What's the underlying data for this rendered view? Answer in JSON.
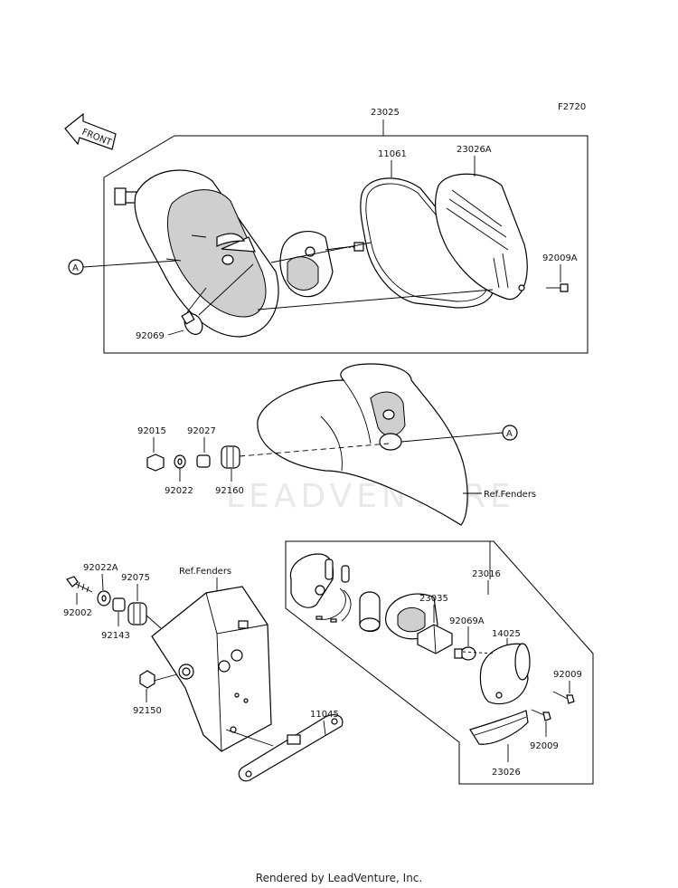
{
  "diagram_code": "F2720",
  "front_label": "FRONT",
  "watermark": "LEADVENTURE",
  "footer": "Rendered by LeadVenture, Inc.",
  "callouts": {
    "a_upper": "A",
    "a_lower": "A"
  },
  "parts": {
    "p23025": "23025",
    "p11061": "11061",
    "p23026A": "23026A",
    "p92009A": "92009A",
    "p92069": "92069",
    "p92015": "92015",
    "p92027": "92027",
    "p92022": "92022",
    "p92160": "92160",
    "ref_fenders_1": "Ref.Fenders",
    "p92022A": "92022A",
    "p92075": "92075",
    "ref_fenders_2": "Ref.Fenders",
    "p92002": "92002",
    "p92143": "92143",
    "p92150": "92150",
    "p11045": "11045",
    "p23016": "23016",
    "p23035": "23035",
    "p92069A": "92069A",
    "p14025": "14025",
    "p92009_a": "92009",
    "p92009_b": "92009",
    "p23026": "23026"
  }
}
